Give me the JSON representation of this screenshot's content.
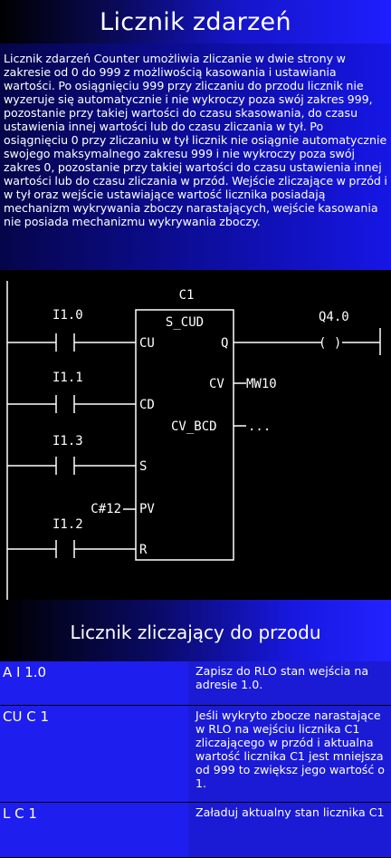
{
  "header": {
    "title": "Licznik zdarzeń"
  },
  "description": "Licznik zdarzeń Counter umożliwia zliczanie w dwie strony w zakresie od 0 do 999 z możliwością kasowania i ustawiania wartości. Po osiągnięciu 999 przy zliczaniu do przodu licznik nie wyzeruje się automatycznie i nie wykroczy poza swój zakres 999, pozostanie przy takiej wartości do czasu skasowania, do czasu ustawienia innej wartości lub do czasu zliczania w tył. Po osiągnięciu 0 przy zliczaniu w tył licznik nie osiągnie automatycznie swojego maksymalnego zakresu 999 i nie wykroczy poza swój zakres 0, pozostanie przy takiej wartości do czasu ustawienia innej wartości lub do czasu zliczania w przód. Wejście zliczające w przód i w tył oraz wejście ustawiające wartość licznika posiadają mechanizm wykrywania zboczy narastających, wejście kasowania nie posiada mechanizmu wykrywania zboczy.",
  "diagram": {
    "counter_name": "C1",
    "block_type": "S_CUD",
    "inputs": {
      "cu": {
        "contact": "I1.0",
        "pin": "CU"
      },
      "cd": {
        "contact": "I1.1",
        "pin": "CD"
      },
      "s": {
        "contact": "I1.3",
        "pin": "S"
      },
      "pv": {
        "value": "C#12",
        "pin": "PV"
      },
      "r": {
        "contact": "I1.2",
        "pin": "R"
      }
    },
    "outputs": {
      "q": {
        "pin": "Q",
        "coil": "Q4.0",
        "coil_symbol": "( )"
      },
      "cv": {
        "pin": "CV",
        "target": "MW10"
      },
      "cv_bcd": {
        "pin": "CV_BCD",
        "target": "..."
      }
    }
  },
  "section": {
    "title": "Licznik zliczający do przodu"
  },
  "table": {
    "rows": [
      {
        "instr": "A I 1.0",
        "desc": "Zapisz do RLO stan wejścia na adresie 1.0."
      },
      {
        "instr": "CU C 1",
        "desc": "Jeśli wykryto zbocze narastające w RLO na wejściu licznika C1 zliczającego w przód i aktualna wartość licznika C1 jest mniejsza od 999 to zwiększ jego wartość o 1."
      },
      {
        "instr": "L C 1",
        "desc": "Załaduj aktualny stan licznika C1"
      }
    ]
  }
}
